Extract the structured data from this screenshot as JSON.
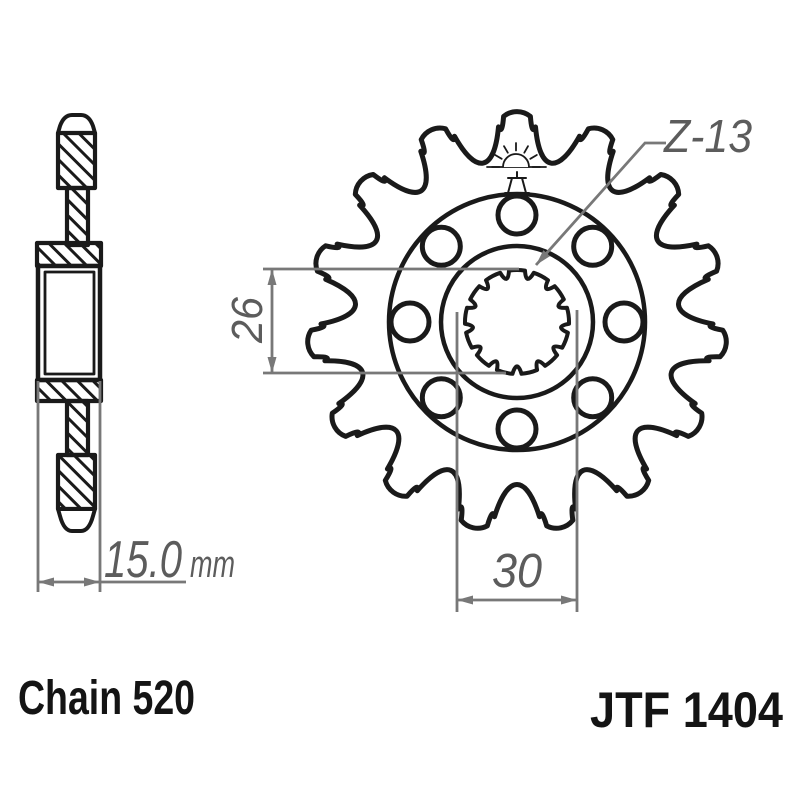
{
  "drawing": {
    "part_number": "JTF 1404",
    "chain_label": "Chain 520",
    "teeth_callout": "Z-13",
    "dim_spline_height": "26",
    "dim_bore_width": "30",
    "dim_thickness": "15.0",
    "dim_thickness_unit": "mm"
  },
  "colors": {
    "background": "#ffffff",
    "line": "#1a1a1a",
    "dim_line": "#787878",
    "dim_text": "#5c5c5c",
    "label_text": "#141414"
  },
  "icons": {
    "logo": "jt-sunrise-logo-icon"
  }
}
